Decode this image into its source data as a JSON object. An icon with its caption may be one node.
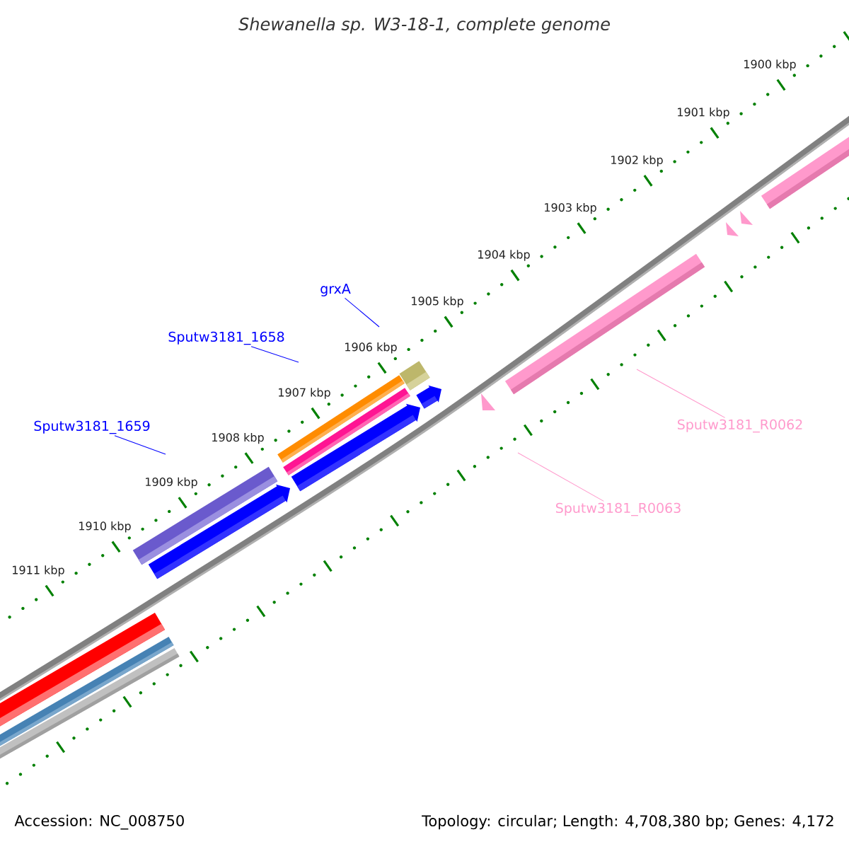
{
  "diagram": {
    "title": "Shewanella sp. W3-18-1, complete genome",
    "nodes": [
      {
        "text": [
          "grxA"
        ]
      },
      {
        "text": [
          "Sputw3181_1658"
        ]
      },
      {
        "text": [
          "Sputw3181_1659"
        ]
      },
      {
        "text": [
          "Sputw3181_R0062"
        ]
      },
      {
        "text": [
          "Sputw3181_R0063"
        ]
      }
    ],
    "edges": [
      {
        "from": 0,
        "to": null,
        "arrow": "none"
      },
      {
        "from": 1,
        "to": null,
        "arrow": "none"
      },
      {
        "from": 2,
        "to": null,
        "arrow": "none"
      },
      {
        "from": 3,
        "to": null,
        "arrow": "none",
        "color": "#ff99cc"
      },
      {
        "from": 4,
        "to": null,
        "arrow": "none",
        "color": "#ff99cc"
      }
    ],
    "labels": [
      "1900 kbp",
      "1901 kbp",
      "1902 kbp",
      "1903 kbp",
      "1904 kbp",
      "1905 kbp",
      "1906 kbp",
      "1907 kbp",
      "1908 kbp",
      "1909 kbp",
      "1910 kbp",
      "1911 kbp",
      "Accession: NC_008750",
      "Topology: circular; Length: 4,708,380 bp; Genes: 4,172"
    ]
  }
}
